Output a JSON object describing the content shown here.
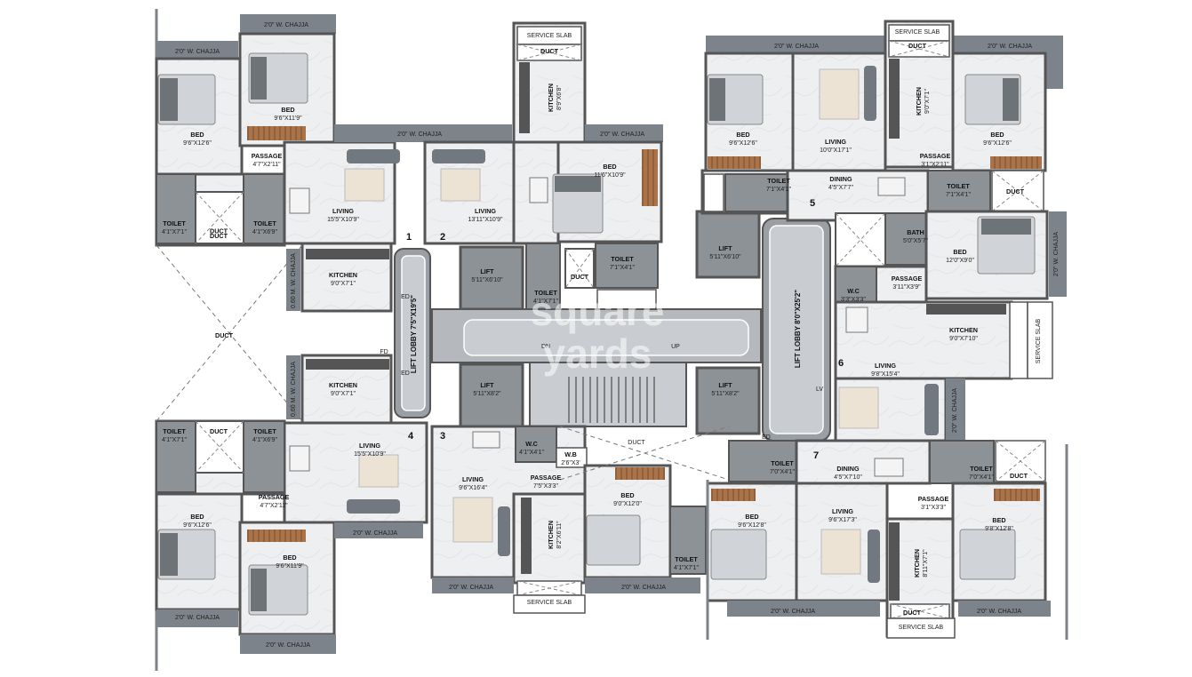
{
  "watermark": {
    "line1": "square",
    "line2": "yards"
  },
  "stair": {
    "up": "UP",
    "dn": "DN"
  },
  "lobbies": [
    {
      "id": "lobby-left",
      "name": "LIFT LOBBY 7'5\"X19'5\""
    },
    {
      "id": "lobby-right",
      "name": "LIFT LOBBY 8'0\"X25'2\""
    }
  ],
  "unit_numbers": [
    "1",
    "2",
    "3",
    "4",
    "5",
    "6",
    "7"
  ],
  "rooms": [
    {
      "id": "r1",
      "name": "BED",
      "dim": "9'6\"X12'6\""
    },
    {
      "id": "r2",
      "name": "BED",
      "dim": "9'6\"X11'9\""
    },
    {
      "id": "r3",
      "name": "PASSAGE",
      "dim": "4'7\"X2'11\""
    },
    {
      "id": "r4",
      "name": "TOILET",
      "dim": "4'1\"X7'1\""
    },
    {
      "id": "r5",
      "name": "TOILET",
      "dim": "4'1\"X6'9\""
    },
    {
      "id": "r6",
      "name": "DUCT",
      "dim": ""
    },
    {
      "id": "r7",
      "name": "LIVING",
      "dim": "15'5\"X10'9\""
    },
    {
      "id": "r8",
      "name": "KITCHEN",
      "dim": "9'0\"X7'1\""
    },
    {
      "id": "r9",
      "name": "LIVING",
      "dim": "13'11\"X10'9\""
    },
    {
      "id": "r10",
      "name": "KITCHEN",
      "dim": "8'9\"X6'8\""
    },
    {
      "id": "r11",
      "name": "BED",
      "dim": "11'6\"X10'9\""
    },
    {
      "id": "r12",
      "name": "LIFT",
      "dim": "5'11\"X6'10\""
    },
    {
      "id": "r13",
      "name": "TOILET",
      "dim": "4'1\"X7'1\""
    },
    {
      "id": "r14",
      "name": "TOILET",
      "dim": "7'1\"X4'1\""
    },
    {
      "id": "r15",
      "name": "DUCT",
      "dim": ""
    },
    {
      "id": "r16",
      "name": "LIFT",
      "dim": "5'11\"X8'2\""
    },
    {
      "id": "r17",
      "name": "DUCT",
      "dim": ""
    },
    {
      "id": "r18",
      "name": "KITCHEN",
      "dim": "9'0\"X7'1\""
    },
    {
      "id": "r19",
      "name": "LIVING",
      "dim": "15'5\"X10'9\""
    },
    {
      "id": "r20",
      "name": "TOILET",
      "dim": "4'1\"X7'1\""
    },
    {
      "id": "r21",
      "name": "TOILET",
      "dim": "4'1\"X6'9\""
    },
    {
      "id": "r22",
      "name": "DUCT",
      "dim": ""
    },
    {
      "id": "r23",
      "name": "BED",
      "dim": "9'6\"X12'6\""
    },
    {
      "id": "r24",
      "name": "PASSAGE",
      "dim": "4'7\"X2'11\""
    },
    {
      "id": "r25",
      "name": "BED",
      "dim": "9'6\"X11'9\""
    },
    {
      "id": "r26",
      "name": "LIVING",
      "dim": "9'6\"X16'4\""
    },
    {
      "id": "r27",
      "name": "W.C",
      "dim": "4'1\"X4'1\""
    },
    {
      "id": "r28",
      "name": "W.B",
      "dim": "2'6\"X3'"
    },
    {
      "id": "r29",
      "name": "PASSAGE",
      "dim": "7'5\"X3'3\""
    },
    {
      "id": "r30",
      "name": "KITCHEN",
      "dim": "8'2\"X6'11\""
    },
    {
      "id": "r31",
      "name": "BED",
      "dim": "9'0\"X12'0\""
    },
    {
      "id": "r32",
      "name": "TOILET",
      "dim": "4'1\"X7'1\""
    },
    {
      "id": "r33",
      "name": "BED",
      "dim": "9'6\"X12'6\""
    },
    {
      "id": "r34",
      "name": "LIVING",
      "dim": "10'0\"X17'1\""
    },
    {
      "id": "r35",
      "name": "KITCHEN",
      "dim": "9'0\"X7'1\""
    },
    {
      "id": "r36",
      "name": "BED",
      "dim": "9'6\"X12'6\""
    },
    {
      "id": "r37",
      "name": "PASSAGE",
      "dim": "3'1\"X2'11\""
    },
    {
      "id": "r38",
      "name": "TOILET",
      "dim": "7'1\"X4'1\""
    },
    {
      "id": "r39",
      "name": "DINING",
      "dim": "4'5\"X7'7\""
    },
    {
      "id": "r40",
      "name": "TOILET",
      "dim": "7'1\"X4'1\""
    },
    {
      "id": "r41",
      "name": "DUCT",
      "dim": ""
    },
    {
      "id": "r42",
      "name": "LIFT",
      "dim": "5'11\"X6'10\""
    },
    {
      "id": "r43",
      "name": "BATH",
      "dim": "5'0\"X5'7\""
    },
    {
      "id": "r44",
      "name": "BED",
      "dim": "12'0\"X9'0\""
    },
    {
      "id": "r45",
      "name": "W.C",
      "dim": "3'3\"X3'3\""
    },
    {
      "id": "r46",
      "name": "PASSAGE",
      "dim": "3'11\"X3'9\""
    },
    {
      "id": "r47",
      "name": "KITCHEN",
      "dim": "9'0\"X7'10\""
    },
    {
      "id": "r48",
      "name": "LIVING",
      "dim": "9'8\"X15'4\""
    },
    {
      "id": "r49",
      "name": "LIFT",
      "dim": "5'11\"X8'2\""
    },
    {
      "id": "r50",
      "name": "TOILET",
      "dim": "7'0\"X4'1\""
    },
    {
      "id": "r51",
      "name": "DINING",
      "dim": "4'5\"X7'10\""
    },
    {
      "id": "r52",
      "name": "TOILET",
      "dim": "7'0\"X4'1\""
    },
    {
      "id": "r53",
      "name": "DUCT",
      "dim": ""
    },
    {
      "id": "r54",
      "name": "PASSAGE",
      "dim": "3'1\"X3'3\""
    },
    {
      "id": "r55",
      "name": "BED",
      "dim": "9'6\"X12'8\""
    },
    {
      "id": "r56",
      "name": "LIVING",
      "dim": "9'6\"X17'3\""
    },
    {
      "id": "r57",
      "name": "KITCHEN",
      "dim": "8'11\"X7'1\""
    },
    {
      "id": "r58",
      "name": "BED",
      "dim": "9'8\"X12'8\""
    },
    {
      "id": "r59",
      "name": "DUCT",
      "dim": ""
    },
    {
      "id": "r60",
      "name": "DUCT",
      "dim": ""
    },
    {
      "id": "r61",
      "name": "DUCT",
      "dim": ""
    }
  ],
  "chajjas": [
    {
      "id": "c1",
      "text": "2'0\" W. CHAJJA"
    },
    {
      "id": "c2",
      "text": "2'0\" W. CHAJJA"
    },
    {
      "id": "c3",
      "text": "2'0\" W. CHAJJA"
    },
    {
      "id": "c4",
      "text": "2'0\" W. CHAJJA"
    },
    {
      "id": "c5",
      "text": "2'0\" W. CHAJJA"
    },
    {
      "id": "c6",
      "text": "2'0\"  W. CHAJJA"
    },
    {
      "id": "c7",
      "text": "2'0\" W. CHAJJA"
    },
    {
      "id": "c8",
      "text": "2'0\" W. CHAJJA"
    },
    {
      "id": "c9",
      "text": "2'0\" W. CHAJJA"
    },
    {
      "id": "c10",
      "text": "2'0\" W. CHAJJA"
    },
    {
      "id": "c11",
      "text": "2'0\" W. CHAJJA"
    },
    {
      "id": "c12",
      "text": "2'0\" W. CHAJJA"
    },
    {
      "id": "c13",
      "text": "2'0\" W. CHAJJA"
    },
    {
      "id": "c14",
      "text": "2'0\" W. CHAJJA"
    },
    {
      "id": "c15",
      "text": "0.60 M. W. CHAJJA"
    },
    {
      "id": "c16",
      "text": "0.60 M. W. CHAJJA"
    },
    {
      "id": "c17",
      "text": "2'0\" W. CHAJJA"
    }
  ],
  "slabs": [
    {
      "id": "s1",
      "text": "SERVICE SLAB"
    },
    {
      "id": "s2",
      "text": "SERVICE SLAB"
    },
    {
      "id": "s3",
      "text": "SERVICE SLAB"
    },
    {
      "id": "s4",
      "text": "SERVICE SLAB"
    },
    {
      "id": "s5",
      "text": "SERVICE SLAB"
    }
  ],
  "big_duct": {
    "text": "DUCT"
  },
  "corridor_duct": {
    "text": "DUCT"
  },
  "misc": {
    "ed1": "ED",
    "ed2": "ED",
    "fd": "FD",
    "lv": "LV",
    "ed3": "ED"
  }
}
